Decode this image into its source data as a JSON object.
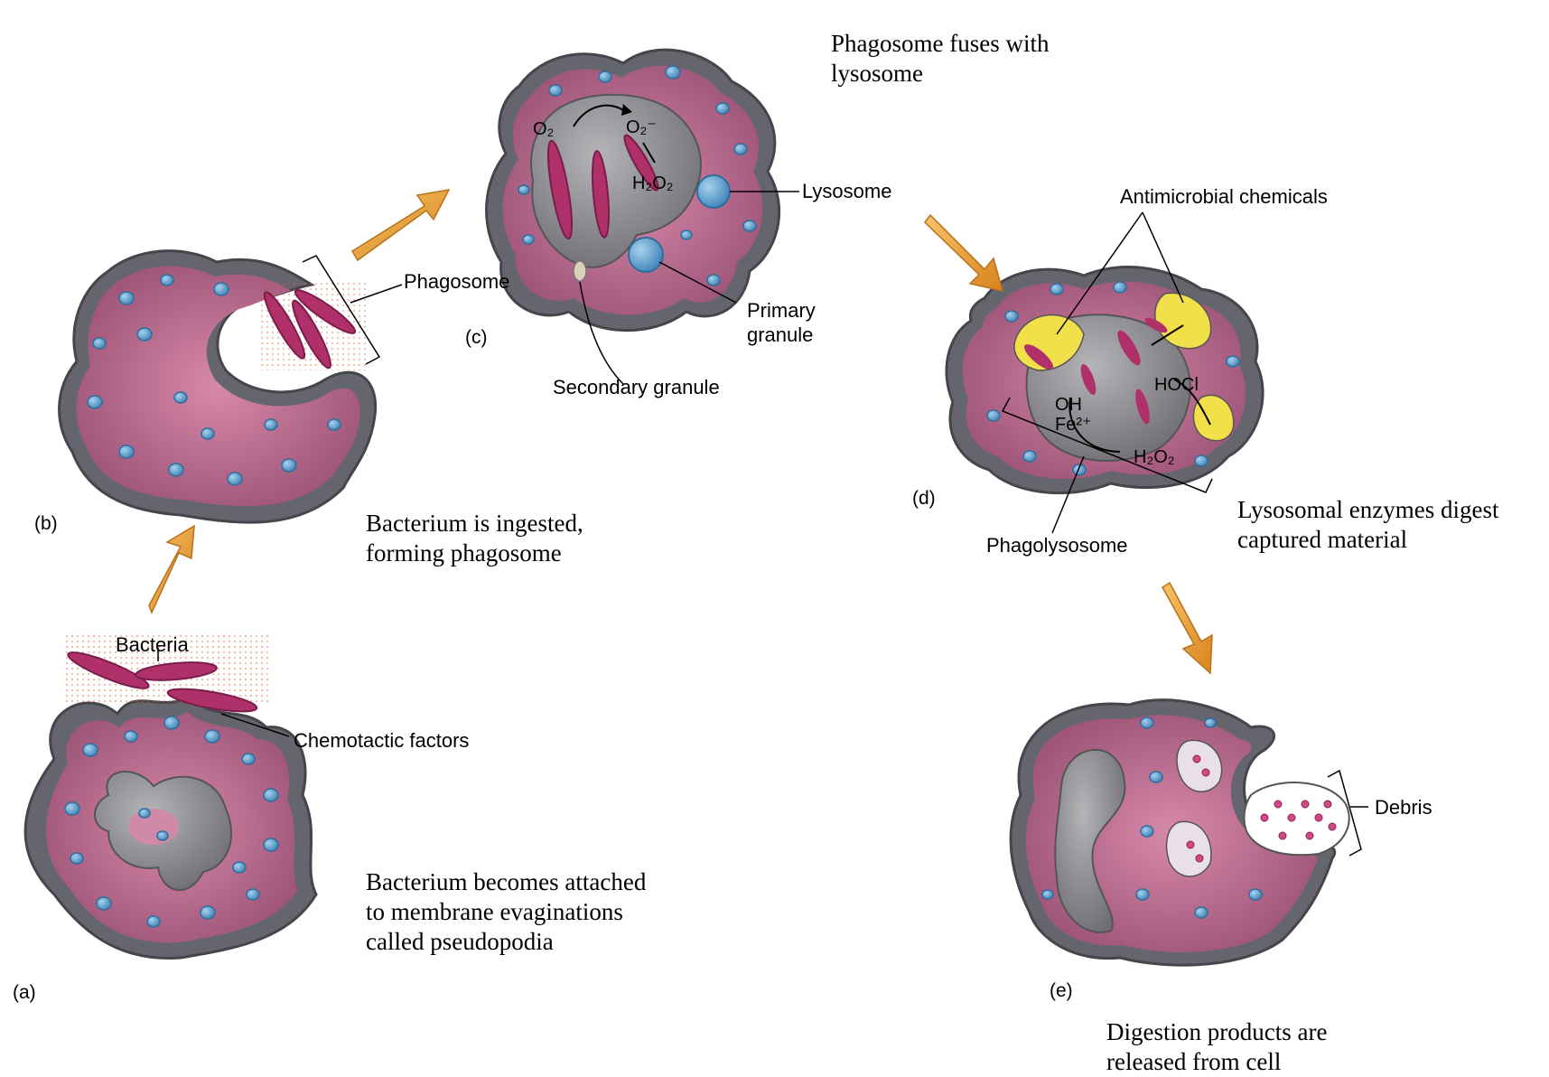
{
  "stages": {
    "a": {
      "letter": "(a)",
      "caption": "Bacterium becomes attached\nto membrane evaginations\ncalled pseudopodia"
    },
    "b": {
      "letter": "(b)",
      "caption": "Bacterium is ingested,\nforming phagosome"
    },
    "c": {
      "letter": "(c)",
      "caption": "Phagosome fuses with\nlysosome"
    },
    "d": {
      "letter": "(d)",
      "caption": "Lysosomal enzymes digest\ncaptured material"
    },
    "e": {
      "letter": "(e)",
      "caption": "Digestion products are\nreleased from cell"
    }
  },
  "labels": {
    "bacteria": "Bacteria",
    "chemotactic": "Chemotactic factors",
    "phagosome": "Phagosome",
    "lysosome": "Lysosome",
    "primary_granule": "Primary\ngranule",
    "secondary_granule": "Secondary granule",
    "antimicrobial": "Antimicrobial chemicals",
    "phagolysosome": "Phagolysosome",
    "debris": "Debris"
  },
  "chem": {
    "o2": "O₂",
    "o2minus": "O₂⁻",
    "h2o2_c": "H₂O₂",
    "hocl": "HOCl",
    "oh_fe": "OH\nFe²⁺",
    "h2o2_d": "H₂O₂"
  },
  "colors": {
    "cell_membrane": "#5f5f68",
    "cytoplasm": "#b86e8e",
    "granule": "#4f97c9",
    "bacterium": "#b0306a",
    "nucleus": "#8a8a8a",
    "arrow": "#e39a2c",
    "yellow_fluid": "#f2e04a"
  }
}
